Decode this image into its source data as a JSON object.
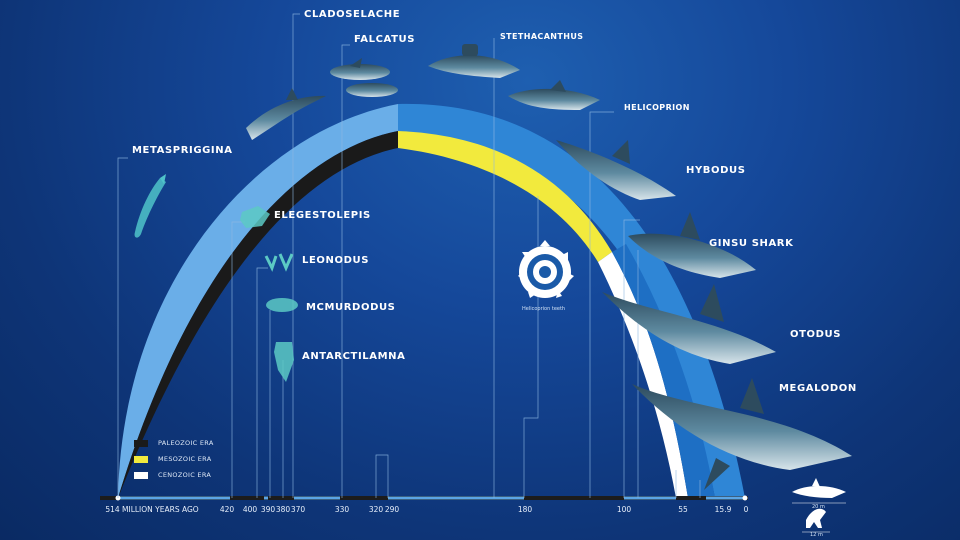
{
  "labels": {
    "metaspriggina": "METASPRIGGINA",
    "cladoselache": "CLADOSELACHE",
    "falcatus": "FALCATUS",
    "stethacanthus": "STETHACANTHUS",
    "helicoprion": "HELICOPRION",
    "hybodus": "HYBODUS",
    "elegestolepis": "ELEGESTOLEPIS",
    "leonodus": "LEONODUS",
    "mcmurdodus": "MCMURDODUS",
    "antarctilamna": "ANTARCTILAMNA",
    "ginsu": "GINSU SHARK",
    "otodus": "OTODUS",
    "megalodon": "MEGALODON"
  },
  "teeth_caption": "Helicoprion teeth",
  "legend": [
    {
      "label": "PALEOZOIC ERA",
      "color": "#1a1a1a"
    },
    {
      "label": "MESOZOIC ERA",
      "color": "#f2ea3d"
    },
    {
      "label": "CENOZOIC ERA",
      "color": "#ffffff"
    }
  ],
  "timeline": {
    "ticks": [
      {
        "label": "514 MILLION YEARS AGO",
        "value": 514
      },
      {
        "label": "420",
        "value": 420
      },
      {
        "label": "400",
        "value": 400
      },
      {
        "label": "390",
        "value": 390
      },
      {
        "label": "380",
        "value": 380
      },
      {
        "label": "370",
        "value": 370
      },
      {
        "label": "330",
        "value": 330
      },
      {
        "label": "320",
        "value": 320
      },
      {
        "label": "290",
        "value": 290
      },
      {
        "label": "180",
        "value": 180
      },
      {
        "label": "100",
        "value": 100
      },
      {
        "label": "55",
        "value": 55
      },
      {
        "label": "15.9",
        "value": 15.9
      },
      {
        "label": "0",
        "value": 0
      }
    ]
  },
  "scale": {
    "shark": "20 m",
    "dino": "12 m"
  },
  "colors": {
    "arc_blue_light": "#6aaee8",
    "arc_blue_mid": "#2f86d6",
    "arc_blue_dark": "#1e6fc4",
    "paleozoic": "#1a1a1a",
    "mesozoic": "#f2ea3d",
    "cenozoic": "#ffffff",
    "creature": "#4fc3c9",
    "shark_body": "#3f6d86"
  }
}
